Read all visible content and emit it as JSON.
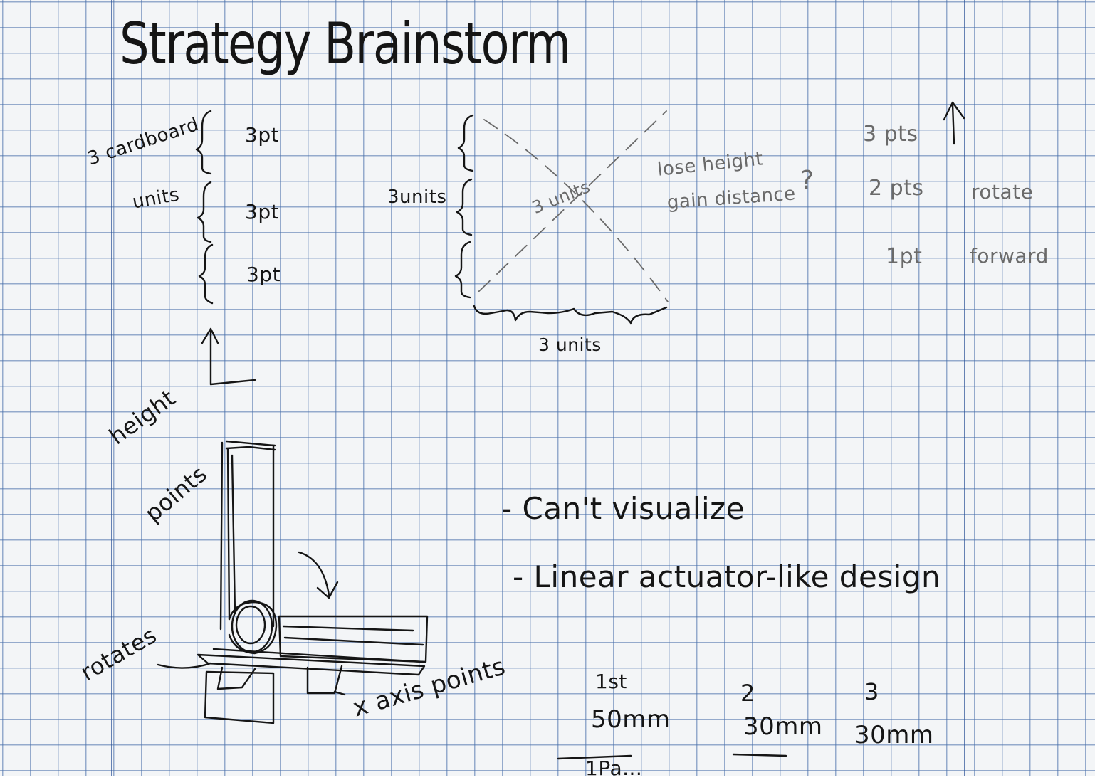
{
  "page": {
    "title": "Strategy Brainstorm"
  },
  "left_stack": {
    "side_label_line1": "3 cardboard",
    "side_label_line2": "units",
    "row1": "3pt",
    "row2": "3pt",
    "row3": "3pt"
  },
  "middle_diagram": {
    "vertical_label": "3units",
    "diagonal_label": "3 units",
    "bottom_label": "3 units",
    "note_line1": "lose height",
    "note_line2": "gain distance",
    "note_question": "?"
  },
  "right_column": {
    "row1": "3 pts",
    "row2": "2 pts",
    "row3": "1pt",
    "row2_label": "rotate",
    "row3_label": "forward"
  },
  "sketch": {
    "height_label_line1": "height",
    "height_label_line2": "points",
    "rotates_label": "rotates",
    "x_axis_label": "x axis points"
  },
  "notes": {
    "item1": "- Can't visualize",
    "item2": "- Linear actuator-like design"
  },
  "measurements": {
    "col1_label": "1st",
    "col1_value": "50mm",
    "col2_label": "2",
    "col2_value": "30mm",
    "col3_label": "3",
    "col3_value": "30mm",
    "cut_text": "1Pa..."
  },
  "colors": {
    "paper": "#f3f5f7",
    "grid": "#466eaa",
    "ink": "#151515",
    "pencil": "#6a6a6a"
  }
}
